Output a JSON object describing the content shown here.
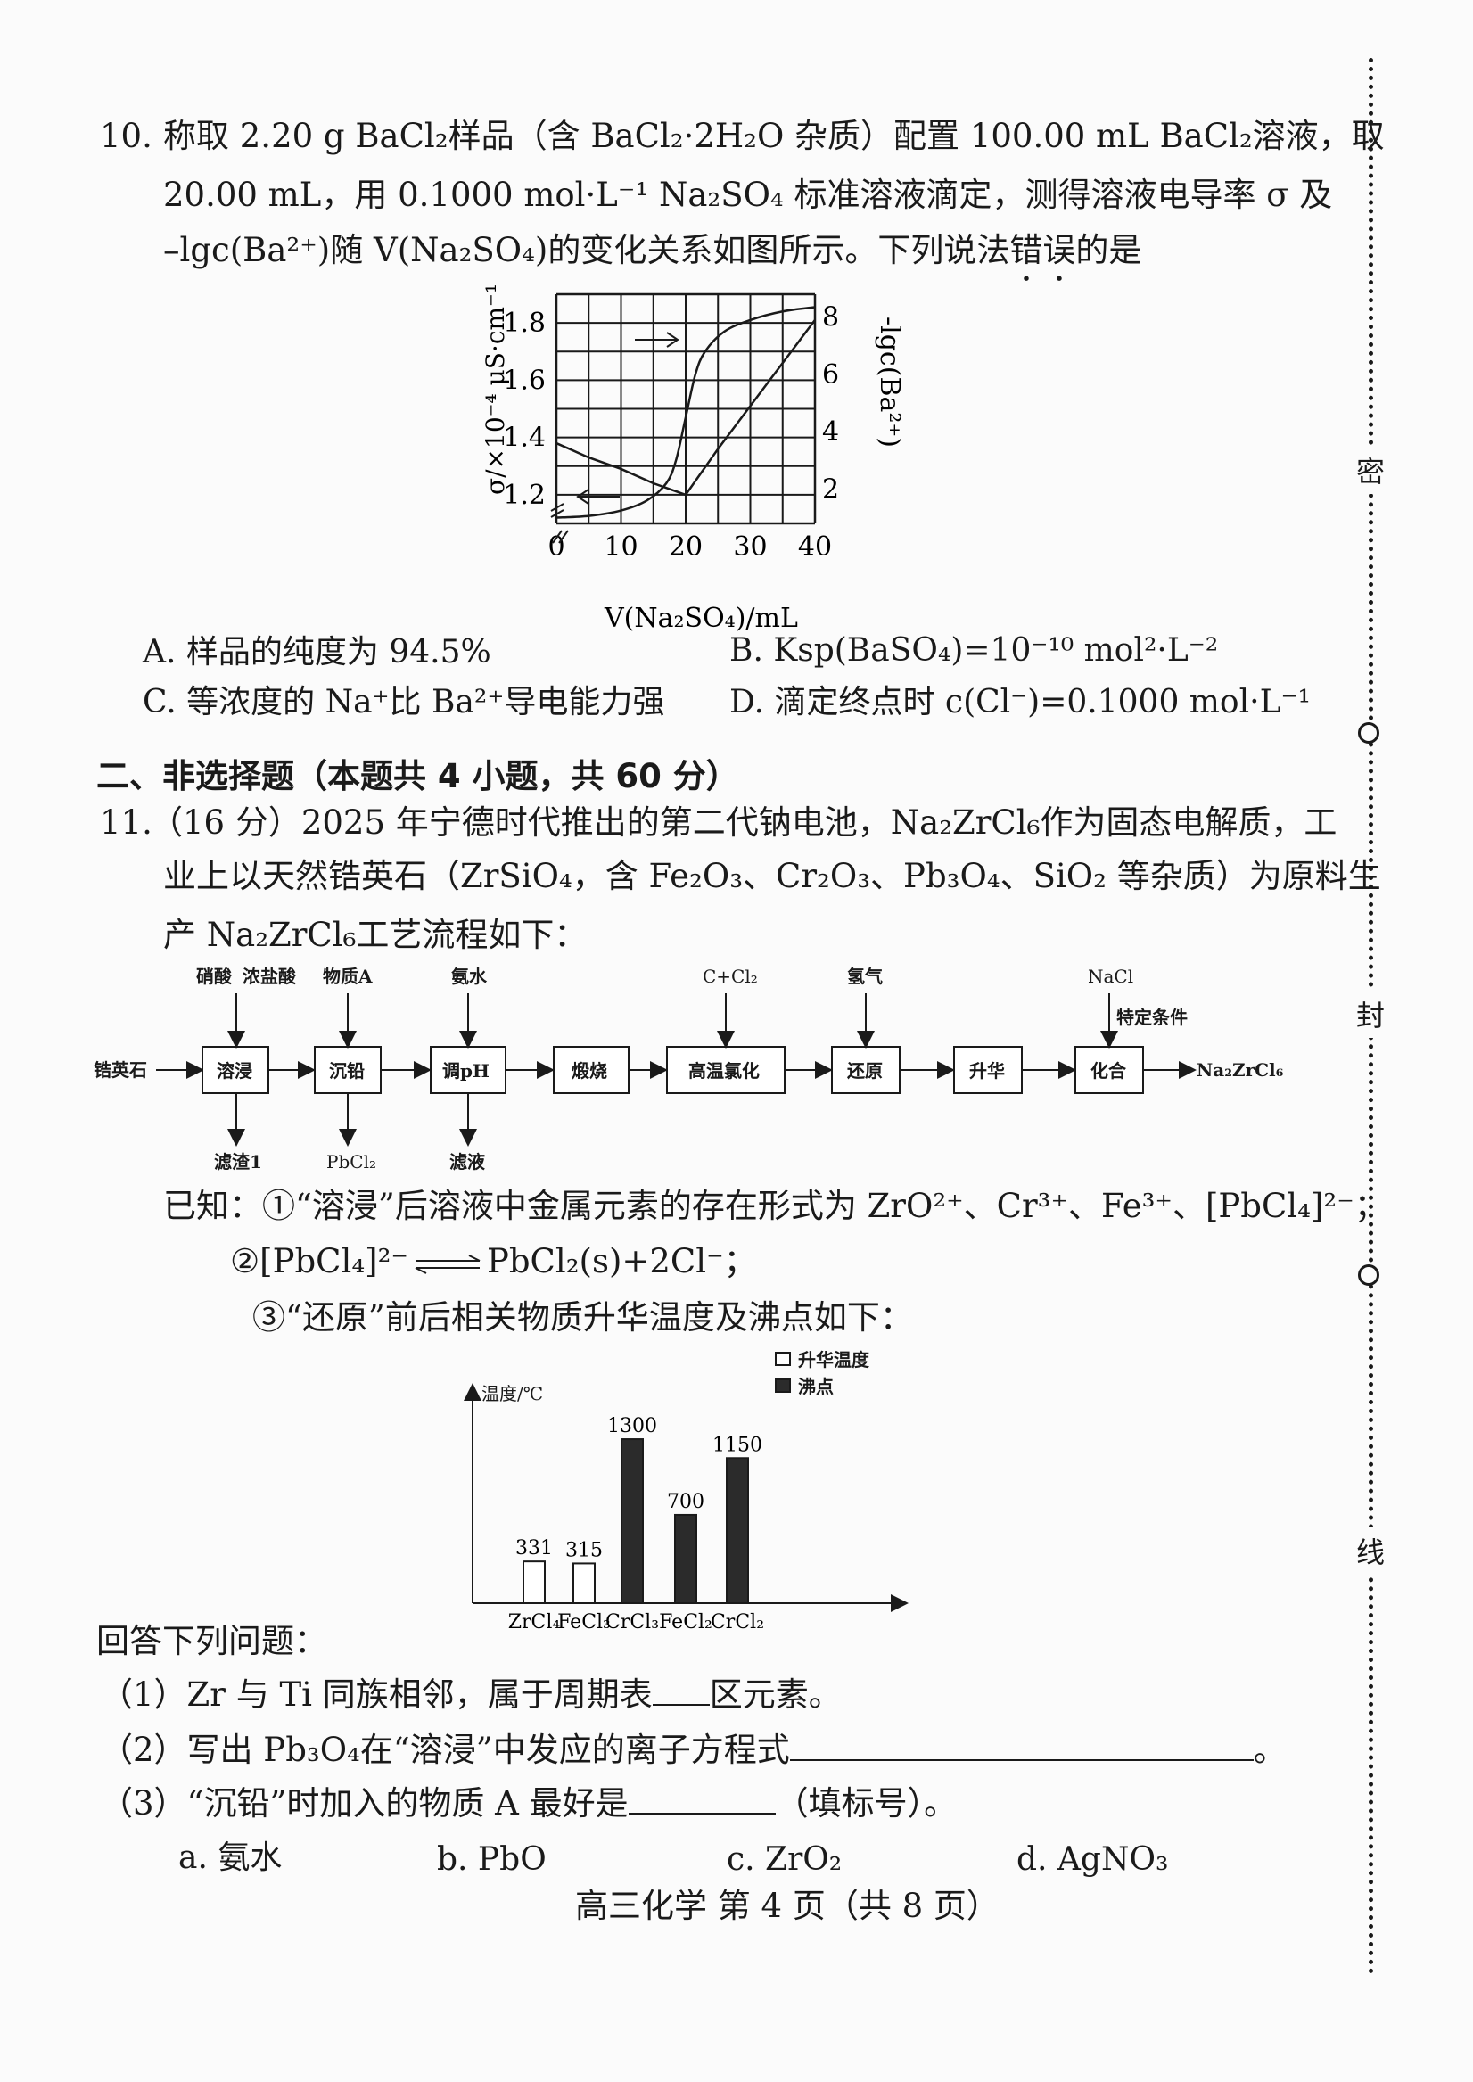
{
  "q10": {
    "number": "10.",
    "line1": "称取 2.20 g BaCl₂样品（含 BaCl₂·2H₂O 杂质）配置 100.00 mL BaCl₂溶液，取",
    "line2": "20.00 mL，用 0.1000 mol·L⁻¹ Na₂SO₄ 标准溶液滴定，测得溶液电导率 σ 及",
    "line3a": "–lgc(Ba²⁺)随 V(Na₂SO₄)的变化关系如图所示。下列说法",
    "line3b": "错误",
    "line3c": "的是",
    "options": {
      "A": "A.  样品的纯度为 94.5%",
      "B": "B.  Ksp(BaSO₄)=10⁻¹⁰ mol²·L⁻²",
      "C": "C.  等浓度的 Na⁺比 Ba²⁺导电能力强",
      "D": "D.  滴定终点时 c(Cl⁻)=0.1000 mol·L⁻¹"
    }
  },
  "chart_data": {
    "type": "line",
    "xlabel": "V(Na₂SO₄)/mL",
    "ylabel_left": "σ/×10⁻⁴ μS·cm⁻¹",
    "ylabel_right": "-lgc(Ba²⁺)",
    "x_ticks": [
      "0",
      "10",
      "20",
      "30",
      "40"
    ],
    "y_left_ticks": [
      "1.2",
      "1.4",
      "1.6",
      "1.8"
    ],
    "y_right_ticks": [
      "2",
      "4",
      "6",
      "8"
    ],
    "xlim": [
      0,
      40
    ],
    "ylim_left": [
      1.1,
      1.9
    ],
    "ylim_right": [
      0.8,
      8.8
    ],
    "series": [
      {
        "axis": "left",
        "x": [
          0,
          5,
          10,
          15,
          20,
          25,
          30,
          35,
          40
        ],
        "y": [
          1.38,
          1.33,
          1.29,
          1.24,
          1.2,
          1.36,
          1.51,
          1.66,
          1.81
        ]
      },
      {
        "axis": "right",
        "x": [
          0,
          5,
          10,
          14,
          17,
          18.5,
          20,
          21.5,
          23,
          26,
          30,
          35,
          40
        ],
        "y": [
          1.0,
          1.06,
          1.25,
          1.6,
          2.2,
          3.0,
          4.5,
          6.0,
          6.8,
          7.5,
          7.9,
          8.2,
          8.35
        ]
      }
    ]
  },
  "section2": {
    "title": "二、非选择题（本题共 4 小题，共 60 分）"
  },
  "q11": {
    "number": "11.",
    "line1": "（16 分）2025 年宁德时代推出的第二代钠电池，Na₂ZrCl₆作为固态电解质，工",
    "line2": "业上以天然锆英石（ZrSiO₄，含 Fe₂O₃、Cr₂O₃、Pb₃O₄、SiO₂ 等杂质）为原料生",
    "line3": "产 Na₂ZrCl₆工艺流程如下：",
    "flow": {
      "start": "锆英石",
      "end": "Na₂ZrCl₆",
      "steps": [
        "溶浸",
        "沉铅",
        "调pH",
        "煅烧",
        "高温氯化",
        "还原",
        "升华",
        "化合"
      ],
      "inputs": {
        "acid1": "硝酸",
        "acid2": "浓盐酸",
        "substance_a": "物质A",
        "ammonia": "氨水",
        "c_cl2": "C+Cl₂",
        "hydrogen": "氢气",
        "nacl": "NaCl",
        "special": "特定条件"
      },
      "outputs": {
        "residue": "滤渣1",
        "pbcl2": "PbCl₂",
        "filtrate": "滤液"
      }
    },
    "known1": "已知：①“溶浸”后溶液中金属元素的存在形式为 ZrO²⁺、Cr³⁺、Fe³⁺、[PbCl₄]²⁻；",
    "known2a": "②[PbCl₄]²⁻",
    "known2b": "PbCl₂(s)+2Cl⁻；",
    "known3": "③“还原”前后相关物质升华温度及沸点如下：",
    "bar": {
      "ylabel": "温度/℃",
      "legend_sub": "升华温度",
      "legend_boil": "沸点",
      "items": [
        {
          "name": "ZrCl₄",
          "value": 331,
          "kind": "升华温度"
        },
        {
          "name": "FeCl₃",
          "value": 315,
          "kind": "升华温度"
        },
        {
          "name": "CrCl₃",
          "value": 1300,
          "kind": "沸点"
        },
        {
          "name": "FeCl₂",
          "value": 700,
          "kind": "沸点"
        },
        {
          "name": "CrCl₂",
          "value": 1150,
          "kind": "沸点"
        }
      ]
    },
    "answer_intro": "回答下列问题：",
    "p1a": "（1）Zr 与 Ti 同族相邻，属于周期表",
    "p1b": "区元素。",
    "p2a": "（2）写出 Pb₃O₄在“溶浸”中发应的离子方程式",
    "p2b": "。",
    "p3a": "（3）“沉铅”时加入的物质 A 最好是",
    "p3b": "（填标号）。",
    "choices": {
      "a": "a.  氨水",
      "b": "b.  PbO",
      "c": "c.  ZrO₂",
      "d": "d.  AgNO₃"
    }
  },
  "footer": "高三化学   第 4 页（共 8 页）",
  "margin": {
    "mi": "密",
    "feng": "封",
    "xian": "线"
  }
}
